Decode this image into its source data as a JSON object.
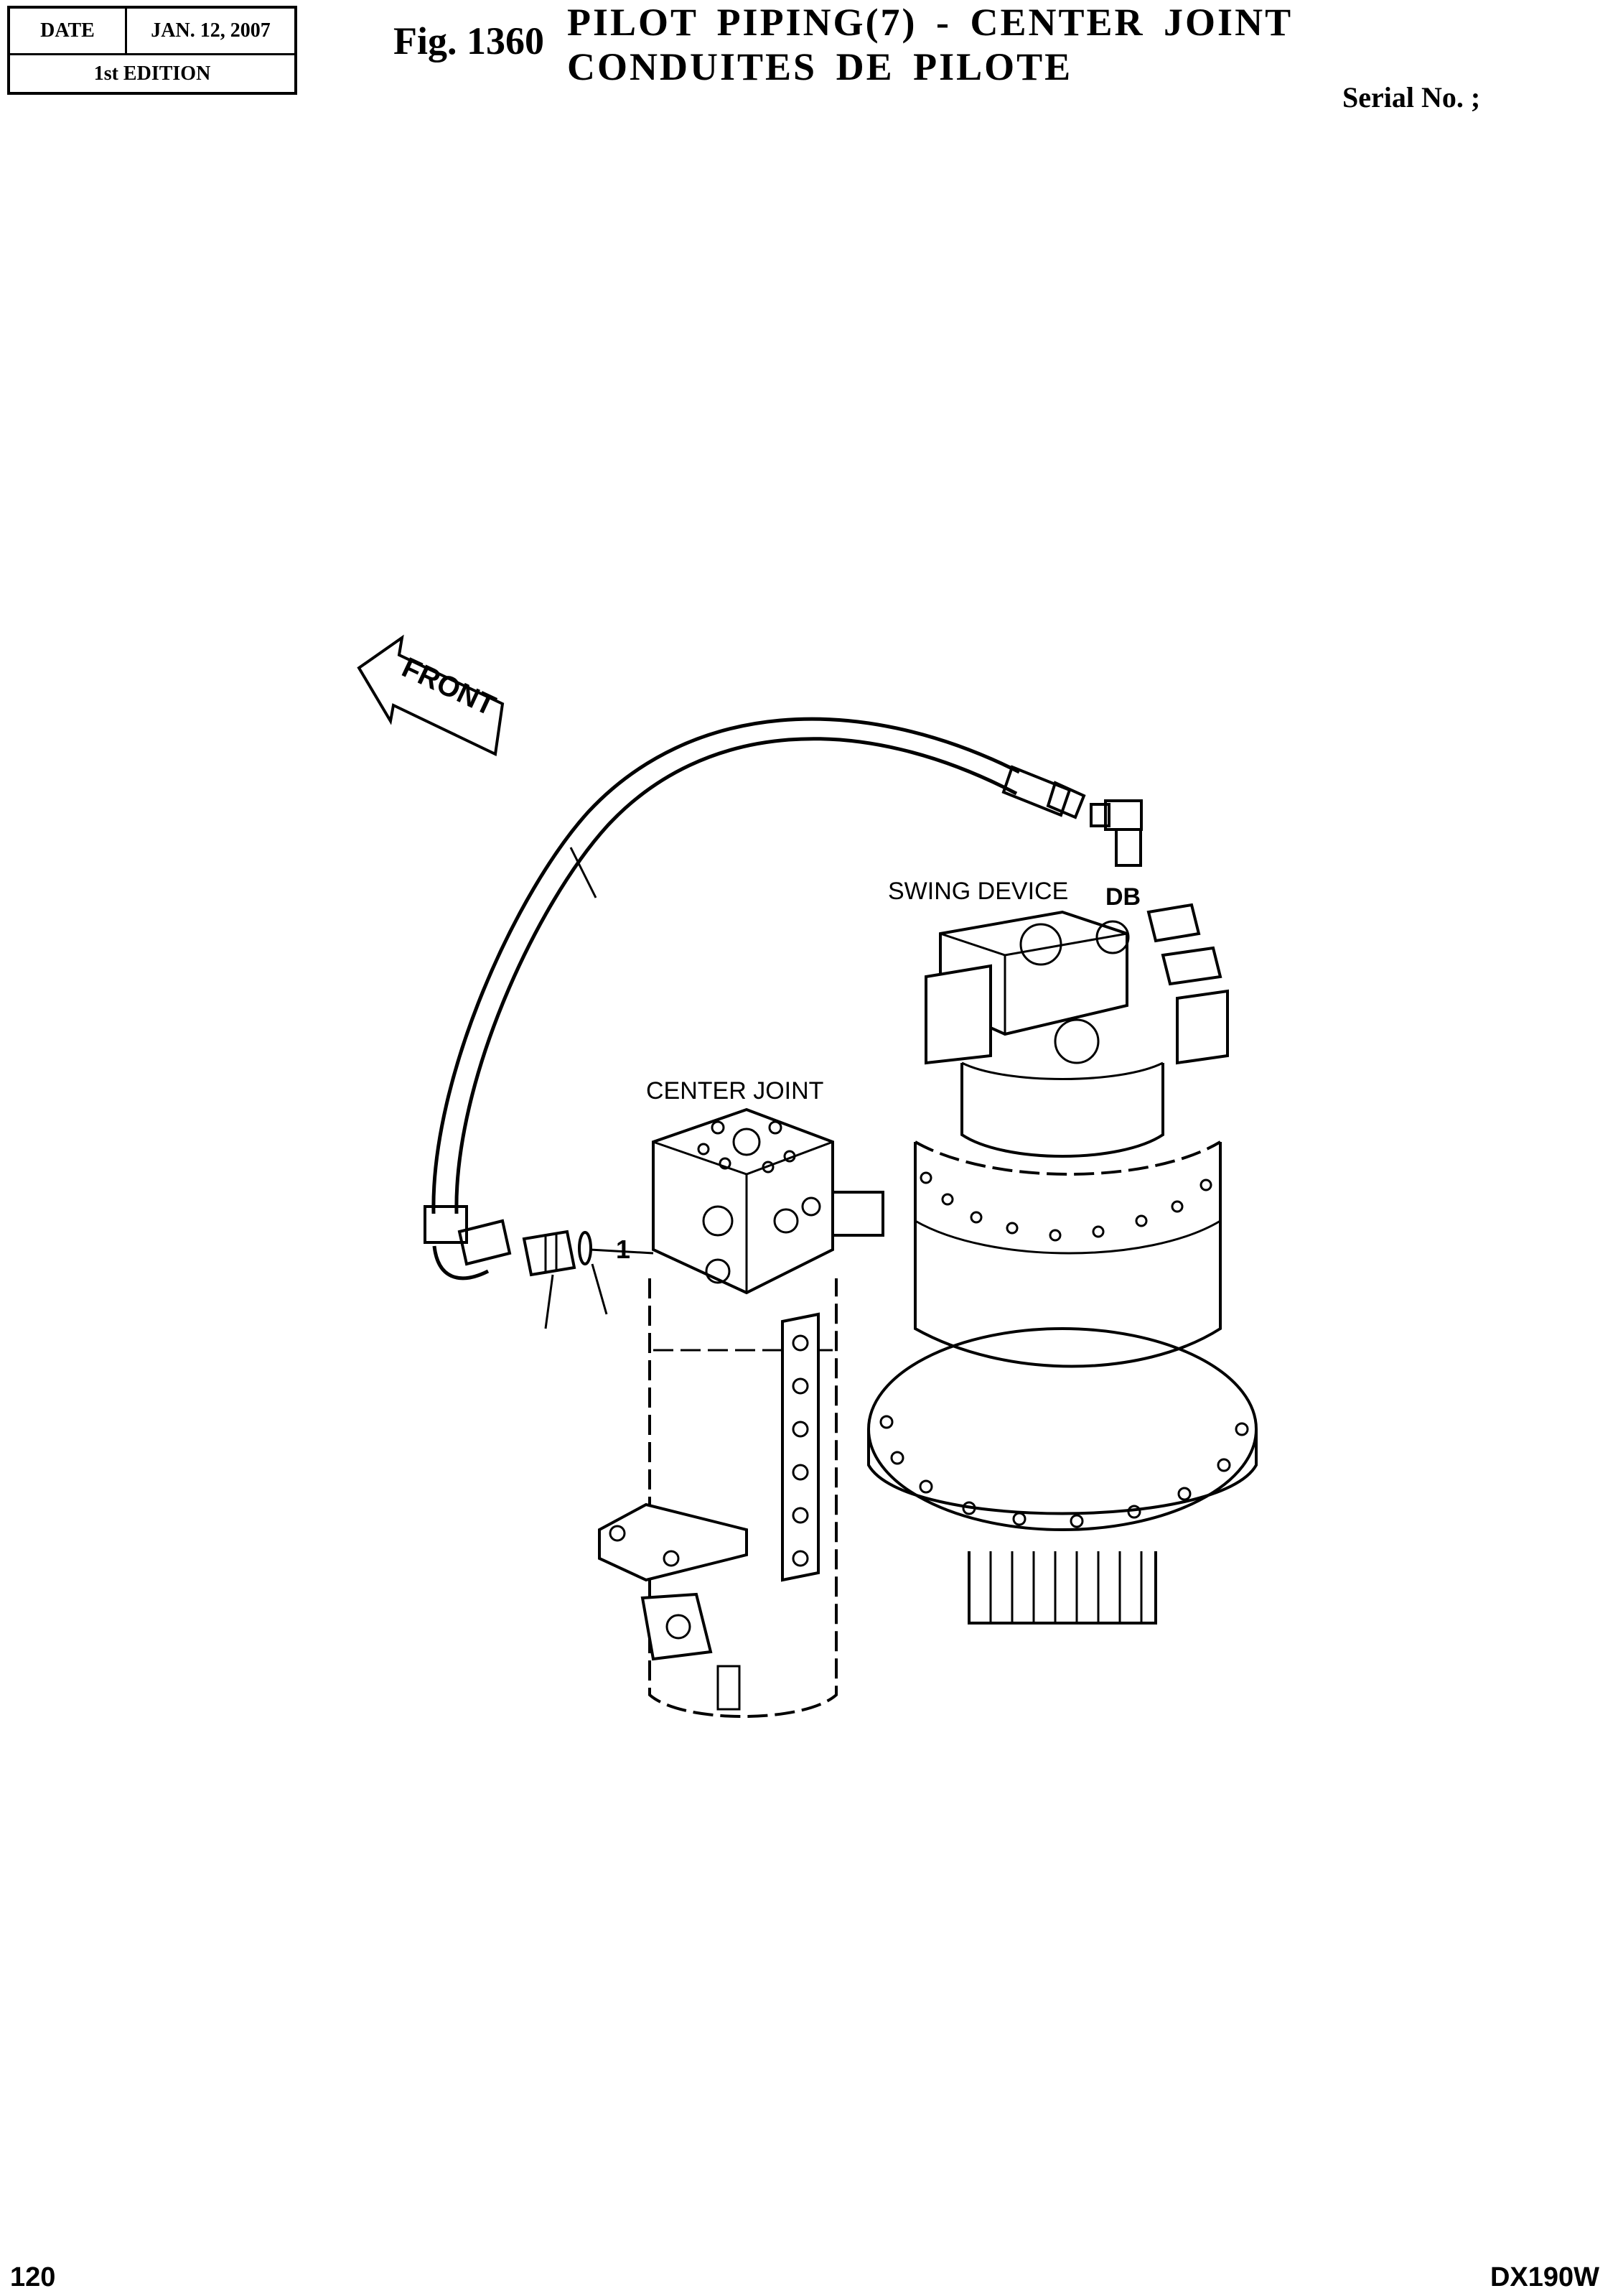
{
  "header": {
    "date_label": "DATE",
    "date_value": "JAN. 12, 2007",
    "edition": "1st EDITION"
  },
  "title": {
    "fig_number": "Fig. 1360",
    "line1": "PILOT PIPING(7) - CENTER JOINT",
    "line2": "CONDUITES DE PILOTE"
  },
  "serial": "Serial No. ;",
  "diagram": {
    "front_label": "FRONT",
    "swing_device_label": "SWING DEVICE",
    "db_label": "DB",
    "center_joint_label": "CENTER JOINT",
    "callout_1": "1"
  },
  "footer": {
    "page_number": "120",
    "model": "DX190W"
  }
}
